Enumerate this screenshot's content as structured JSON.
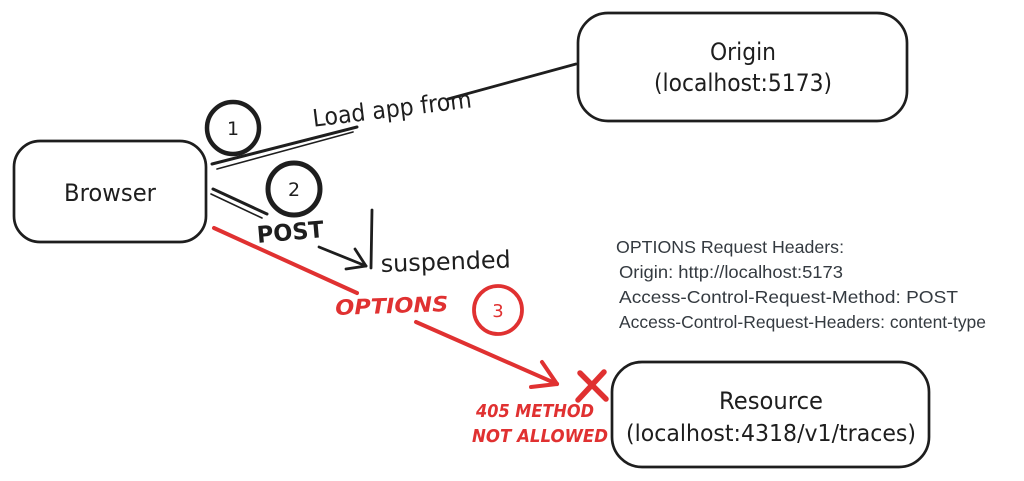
{
  "colors": {
    "ink": "#1e1e1e",
    "red": "#e03131",
    "note_text": "#343a40"
  },
  "nodes": {
    "browser": {
      "label": "Browser"
    },
    "origin": {
      "title": "Origin",
      "subtitle": "(localhost:5173)"
    },
    "resource": {
      "title": "Resource",
      "subtitle": "(localhost:4318/v1/traces)"
    }
  },
  "badges": {
    "step1": "1",
    "step2": "2",
    "step3": "3"
  },
  "edges": {
    "load": {
      "label": "Load app from"
    },
    "post": {
      "label": "POST",
      "note": "suspended"
    },
    "options": {
      "label": "OPTIONS",
      "error1": "405 METHOD",
      "error2": "NOT ALLOWED"
    }
  },
  "note": {
    "title": "OPTIONS Request Headers:",
    "lines": [
      "Origin: http://localhost:5173",
      "Access-Control-Request-Method: POST",
      "Access-Control-Request-Headers: content-type"
    ]
  }
}
